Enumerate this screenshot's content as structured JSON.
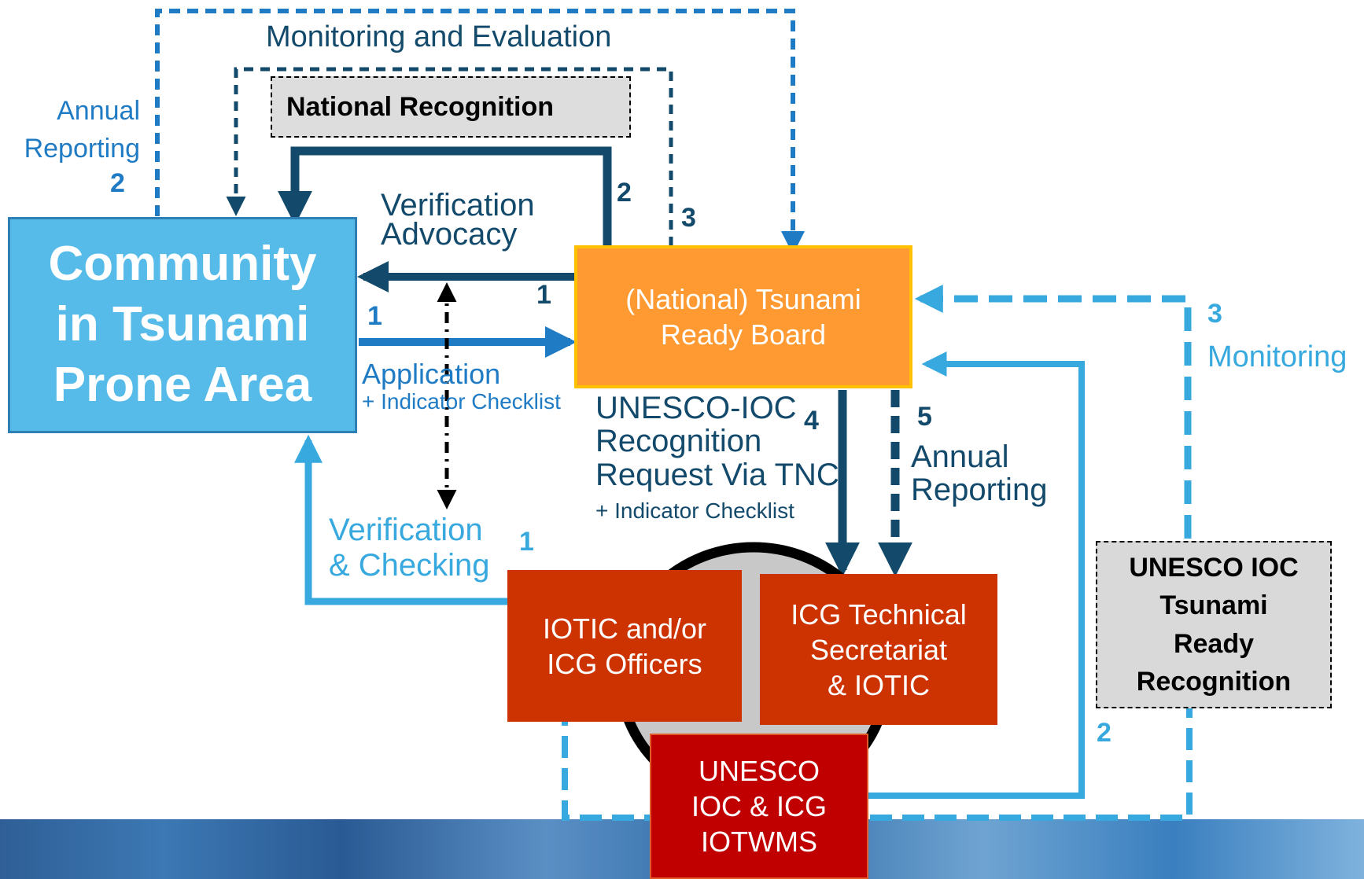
{
  "boxes": {
    "community": "Community\nin Tsunami\nProne Area",
    "national_recognition": "National Recognition",
    "ready_board": "(National) Tsunami\nReady Board",
    "iotic_officers": "IOTIC and/or\nICG Officers",
    "icg_secretariat": "ICG Technical\nSecretariat\n& IOTIC",
    "unesco_iotwms": "UNESCO\nIOC & ICG\nIOTWMS",
    "unesco_recognition": "UNESCO IOC\nTsunami\nReady\nRecognition"
  },
  "labels": {
    "monitoring_evaluation": "Monitoring and Evaluation",
    "annual_reporting_left": "Annual\nReporting",
    "verification_advocacy": "Verification\nAdvocacy",
    "application": "Application",
    "indicator_checklist_1": "+ Indicator Checklist",
    "unesco_request": "UNESCO-IOC\nRecognition\nRequest Via TNC",
    "indicator_checklist_2": "+ Indicator Checklist",
    "annual_reporting_right": "Annual\nReporting",
    "verification_checking": "Verification\n& Checking",
    "monitoring": "Monitoring"
  },
  "numbers": {
    "annual_reporting_left": "2",
    "nat_recognition_loop": "2",
    "nat_recognition_outer": "3",
    "verification_arrow": "1",
    "application_arrow": "1",
    "request_arrow": "4",
    "annual_reporting_arrow": "5",
    "monitoring_arrow": "3",
    "verification_checking": "1",
    "recognition_loop": "2"
  },
  "colors": {
    "community_fill": "#56bbe8",
    "ready_board_fill": "#ff9a33",
    "red_box": "#cc3300",
    "dark_red_box": "#c00000",
    "grey_box": "#d9d9d9",
    "dark_navy": "#134a6b",
    "mid_blue": "#1f7bc4",
    "light_blue": "#38a9df"
  }
}
